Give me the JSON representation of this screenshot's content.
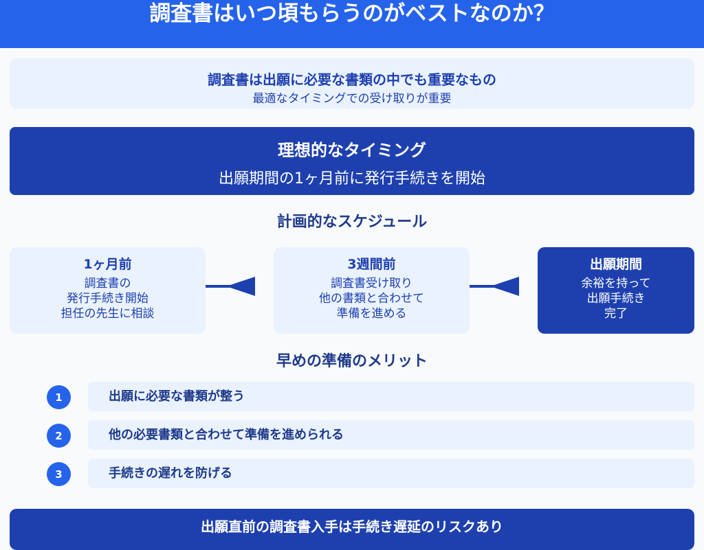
{
  "header": {
    "title": "調査書はいつ頃もらうのがベストなのか？"
  },
  "intro": {
    "line1": "調査書は出願に必要な書類の中でも重要なもの",
    "line2": "最適なタイミングでの受け取りが重要"
  },
  "ideal": {
    "title": "理想的なタイミング",
    "subtitle": "出願期間の1ヶ月前に発行手続きを開始"
  },
  "schedule": {
    "heading": "計画的なスケジュール",
    "steps": [
      {
        "title": "1ヶ月前",
        "lines": [
          "調査書の",
          "発行手続き開始",
          "担任の先生に相談"
        ]
      },
      {
        "title": "3週間前",
        "lines": [
          "調査書受け取り",
          "他の書類と合わせて",
          "準備を進める"
        ]
      },
      {
        "title": "出願期間",
        "lines": [
          "余裕を持って",
          "出願手続き",
          "完了"
        ]
      }
    ]
  },
  "merits": {
    "heading": "早めの準備のメリット",
    "items": [
      {
        "num": "1",
        "text": "出願に必要な書類が整う"
      },
      {
        "num": "2",
        "text": "他の必要書類と合わせて準備を進められる"
      },
      {
        "num": "3",
        "text": "手続きの遅れを防げる"
      }
    ]
  },
  "bottom": {
    "text": "出願直前の調査書入手は手続き遅延のリスクあり"
  },
  "colors": {
    "primary": "#2563eb",
    "dark": "#1e40af",
    "light": "#eaf2fe"
  }
}
